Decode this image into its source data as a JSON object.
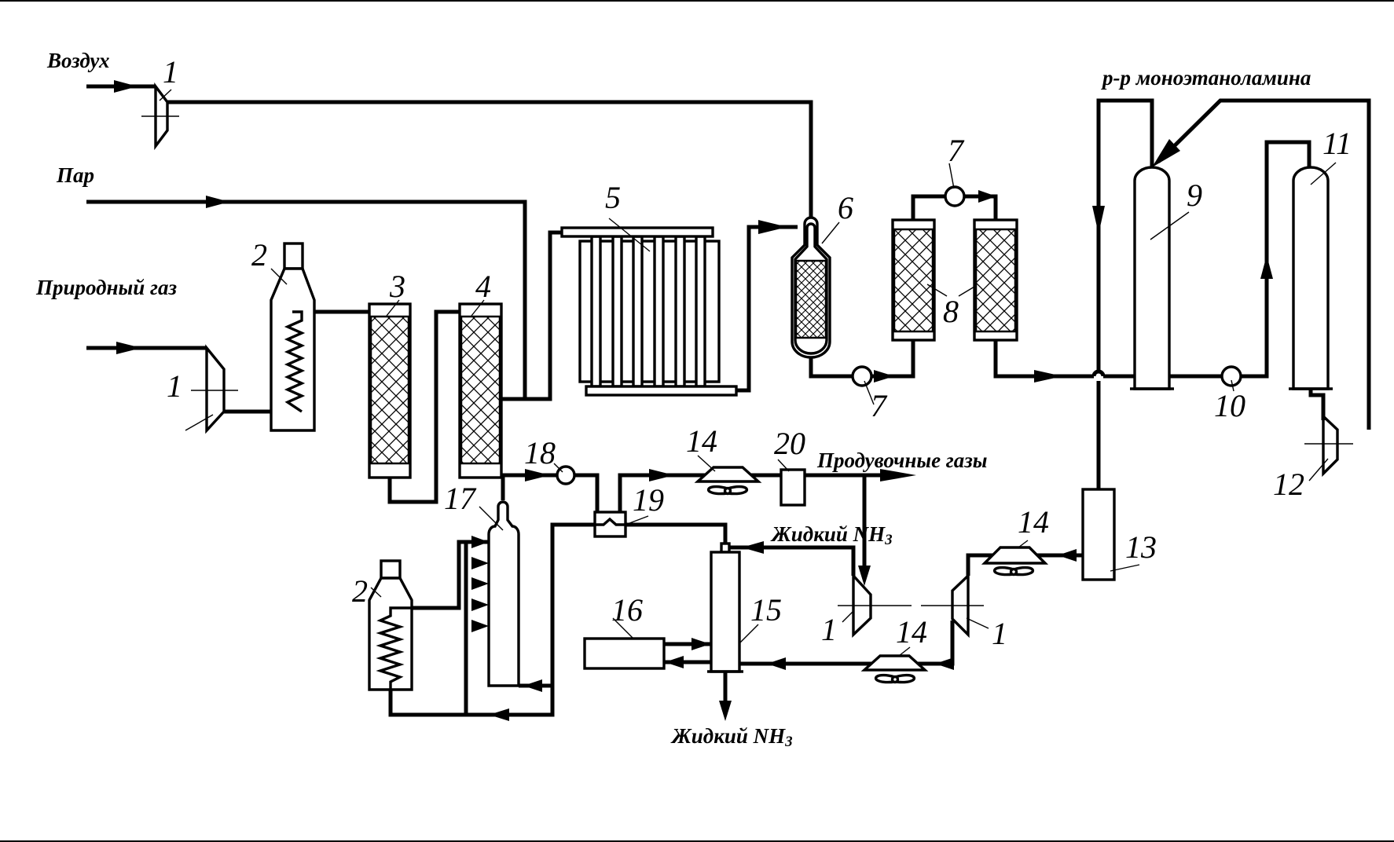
{
  "diagram": {
    "title": "Ammonia synthesis process flow scheme",
    "streams": {
      "air": "Воздух",
      "steam": "Пар",
      "natural_gas": "Природный газ",
      "mea_solution": "р-р моноэтаноламина",
      "purge_gases": "Продувочные газы",
      "liquid_nh3_in": "Жидкий NH",
      "liquid_nh3_in_sub": "3",
      "liquid_nh3_out": "Жидкий NH",
      "liquid_nh3_out_sub": "3"
    },
    "equipment_labels": {
      "compressor_air": "1",
      "compressor_gas": "1",
      "heater_top": "2",
      "desulfurizer_3": "3",
      "desulfurizer_4": "4",
      "reformer": "5",
      "secondary_reformer": "6",
      "pump_7_top": "7",
      "pump_7_bottom": "7",
      "converter_8": "8",
      "absorber": "9",
      "pump_10": "10",
      "regenerator": "11",
      "compressor_12": "12",
      "vessel_13": "13",
      "cooler_14_right": "14",
      "cooler_14_top": "14",
      "cooler_14_bottom": "14",
      "compressor_1_left": "1",
      "compressor_1_right": "1",
      "separator_15": "15",
      "evaporator_16": "16",
      "synthesis_column_17": "17",
      "circulation_pump_18": "18",
      "heat_exchanger_19": "19",
      "separator_20": "20",
      "heater_bottom": "2"
    }
  }
}
